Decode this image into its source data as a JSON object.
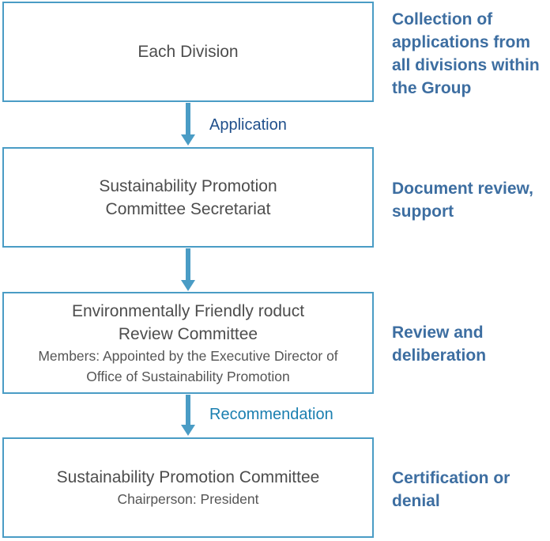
{
  "steps": [
    {
      "title_lines": [
        "Each Division"
      ],
      "sub_lines": [],
      "side_lines": [
        "Collection of",
        "applications from",
        "all divisions within",
        "the Group"
      ]
    },
    {
      "title_lines": [
        "Sustainability Promotion",
        "Committee Secretariat"
      ],
      "sub_lines": [],
      "side_lines": [
        "Document review,",
        "support"
      ]
    },
    {
      "title_lines": [
        "Environmentally Friendly roduct",
        "Review Committee"
      ],
      "sub_lines": [
        "Members: Appointed by the Executive Director of",
        "Office of Sustainability Promotion"
      ],
      "side_lines": [
        "Review and",
        "deliberation"
      ]
    },
    {
      "title_lines": [
        "Sustainability Promotion Committee"
      ],
      "sub_lines": [
        "Chairperson: President"
      ],
      "side_lines": [
        "Certification or",
        "denial"
      ]
    }
  ],
  "arrows": [
    {
      "label": "Application",
      "color": "#1f4f8b"
    },
    {
      "label": "",
      "color": ""
    },
    {
      "label": "Recommendation",
      "color": "#1a7fb0"
    }
  ]
}
